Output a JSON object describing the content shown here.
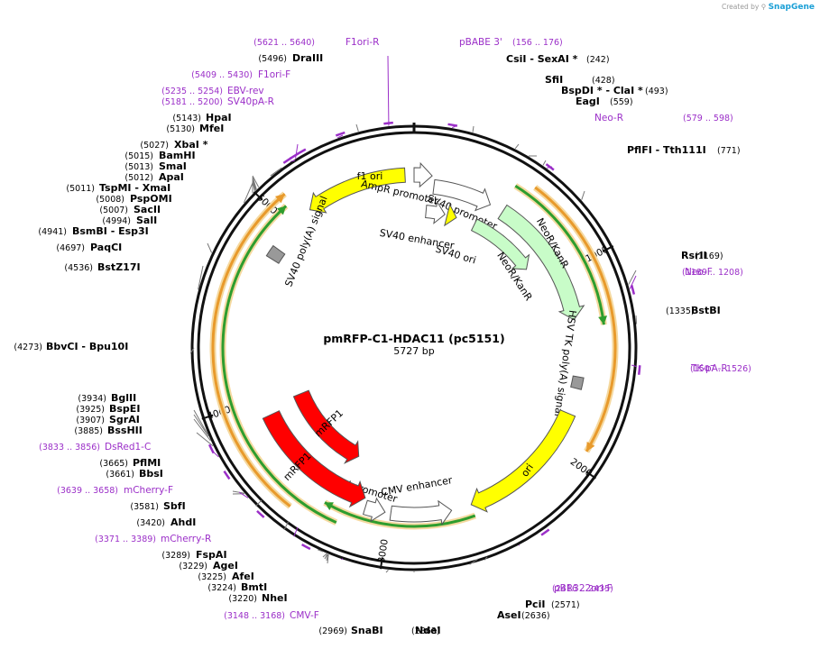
{
  "credit": {
    "prefix": "Created by",
    "brand": "SnapGene"
  },
  "plasmid": {
    "name": "pmRFP-C1-HDAC11 (pc5151)",
    "length": "5727 bp"
  },
  "ticks": [
    {
      "label": "1000"
    },
    {
      "label": "2000"
    },
    {
      "label": "3000"
    },
    {
      "label": "4000"
    },
    {
      "label": "5000"
    }
  ],
  "features": [
    {
      "label": "f1 ori",
      "color": "#ffff00"
    },
    {
      "label": "AmpR promoter",
      "color": "#ffffff"
    },
    {
      "label": "SV40 promoter",
      "color": "#ffffff"
    },
    {
      "label": "SV40 enhancer",
      "color": "#ffffff"
    },
    {
      "label": "SV40 ori",
      "color": "#ffff00"
    },
    {
      "label": "NeoR/KanR",
      "color": "#c8fcc8"
    },
    {
      "label": "NeoR/KanR",
      "color": "#c8fcc8"
    },
    {
      "label": "HSV TK poly(A) signal",
      "color": "#999999"
    },
    {
      "label": "ori",
      "color": "#ffff00"
    },
    {
      "label": "CMV enhancer",
      "color": "#ffffff"
    },
    {
      "label": "CMV promoter",
      "color": "#ffffff"
    },
    {
      "label": "mRFP1",
      "color": "#ff0000"
    },
    {
      "label": "mRFP1",
      "color": "#ff0000"
    },
    {
      "label": "SV40 poly(A) signal",
      "color": "#999999"
    }
  ],
  "labels": [
    {
      "pos": "(5621 .. 5640)",
      "name": "F1ori-R",
      "kind": "primer"
    },
    {
      "pos": "(5496)",
      "name": "DraIII",
      "kind": "site"
    },
    {
      "pos": "(5409 .. 5430)",
      "name": "F1ori-F",
      "kind": "primer"
    },
    {
      "pos": "(5235 .. 5254)",
      "name": "EBV-rev",
      "kind": "primer"
    },
    {
      "pos": "(5181 .. 5200)",
      "name": "SV40pA-R",
      "kind": "primer"
    },
    {
      "pos": "(5143)",
      "name": "HpaI",
      "kind": "site"
    },
    {
      "pos": "(5130)",
      "name": "MfeI",
      "kind": "site"
    },
    {
      "pos": "(5027)",
      "name": "XbaI *",
      "kind": "site"
    },
    {
      "pos": "(5015)",
      "name": "BamHI",
      "kind": "site"
    },
    {
      "pos": "(5013)",
      "name": "SmaI",
      "kind": "site"
    },
    {
      "pos": "(5012)",
      "name": "ApaI",
      "kind": "site"
    },
    {
      "pos": "(5011)",
      "name": "TspMI  - XmaI",
      "kind": "site"
    },
    {
      "pos": "(5008)",
      "name": "PspOMI",
      "kind": "site"
    },
    {
      "pos": "(5007)",
      "name": "SacII",
      "kind": "site"
    },
    {
      "pos": "(4994)",
      "name": "SalI",
      "kind": "site"
    },
    {
      "pos": "(4941)",
      "name": "BsmBI  - Esp3I",
      "kind": "site"
    },
    {
      "pos": "(4697)",
      "name": "PaqCI",
      "kind": "site"
    },
    {
      "pos": "(4536)",
      "name": "BstZ17I",
      "kind": "site"
    },
    {
      "pos": "(4273)",
      "name": "BbvCI  - Bpu10I",
      "kind": "site"
    },
    {
      "pos": "(3934)",
      "name": "BglII",
      "kind": "site"
    },
    {
      "pos": "(3925)",
      "name": "BspEI",
      "kind": "site"
    },
    {
      "pos": "(3907)",
      "name": "SgrAI",
      "kind": "site"
    },
    {
      "pos": "(3885)",
      "name": "BssHII",
      "kind": "site"
    },
    {
      "pos": "(3833 .. 3856)",
      "name": "DsRed1-C",
      "kind": "primer"
    },
    {
      "pos": "(3665)",
      "name": "PflMI",
      "kind": "site"
    },
    {
      "pos": "(3661)",
      "name": "BbsI",
      "kind": "site"
    },
    {
      "pos": "(3639 .. 3658)",
      "name": "mCherry-F",
      "kind": "primer"
    },
    {
      "pos": "(3581)",
      "name": "SbfI",
      "kind": "site"
    },
    {
      "pos": "(3420)",
      "name": "AhdI",
      "kind": "site"
    },
    {
      "pos": "(3371 .. 3389)",
      "name": "mCherry-R",
      "kind": "primer"
    },
    {
      "pos": "(3289)",
      "name": "FspAI",
      "kind": "site"
    },
    {
      "pos": "(3229)",
      "name": "AgeI",
      "kind": "site"
    },
    {
      "pos": "(3225)",
      "name": "AfeI",
      "kind": "site"
    },
    {
      "pos": "(3224)",
      "name": "BmtI",
      "kind": "site"
    },
    {
      "pos": "(3220)",
      "name": "NheI",
      "kind": "site"
    },
    {
      "pos": "(3148 .. 3168)",
      "name": "CMV-F",
      "kind": "primer"
    },
    {
      "pos": "(2969)",
      "name": "SnaBI",
      "kind": "site"
    },
    {
      "pos": "(2863)",
      "name": "NdeI",
      "kind": "site"
    },
    {
      "pos": "(2636)",
      "name": "AseI",
      "kind": "site"
    },
    {
      "pos": "(2571)",
      "name": "PciI",
      "kind": "site"
    },
    {
      "pos": "(2416 .. 2435)",
      "name": "pBR322ori-F",
      "kind": "primer"
    },
    {
      "pos": "(1507 .. 1526)",
      "name": "TK-pA-R",
      "kind": "primer"
    },
    {
      "pos": "(1335)",
      "name": "BstBI",
      "kind": "site"
    },
    {
      "pos": "(1189 .. 1208)",
      "name": "Neo-F",
      "kind": "primer"
    },
    {
      "pos": "(1169)",
      "name": "RsrII",
      "kind": "site"
    },
    {
      "pos": "(771)",
      "name": "PflFI  - Tth111I",
      "kind": "site"
    },
    {
      "pos": "(579 .. 598)",
      "name": "Neo-R",
      "kind": "primer"
    },
    {
      "pos": "(559)",
      "name": "EagI",
      "kind": "site"
    },
    {
      "pos": "(493)",
      "name": "BspDI *  - ClaI *",
      "kind": "site"
    },
    {
      "pos": "(428)",
      "name": "SfiI",
      "kind": "site"
    },
    {
      "pos": "(242)",
      "name": "CsiI  - SexAI *",
      "kind": "site"
    },
    {
      "pos": "(156 .. 176)",
      "name": "pBABE 3'",
      "kind": "primer"
    }
  ]
}
